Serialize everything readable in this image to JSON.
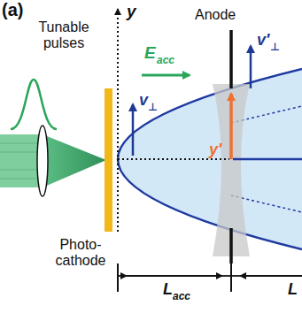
{
  "diagram": {
    "labels": [
      "(a)",
      "y",
      "E",
      "acc",
      "Tunable pulses",
      "Anode",
      "v",
      "⊥",
      "v′",
      "⊥",
      "Photo- cathode",
      "y′",
      "L",
      "acc",
      "L"
    ]
  }
}
